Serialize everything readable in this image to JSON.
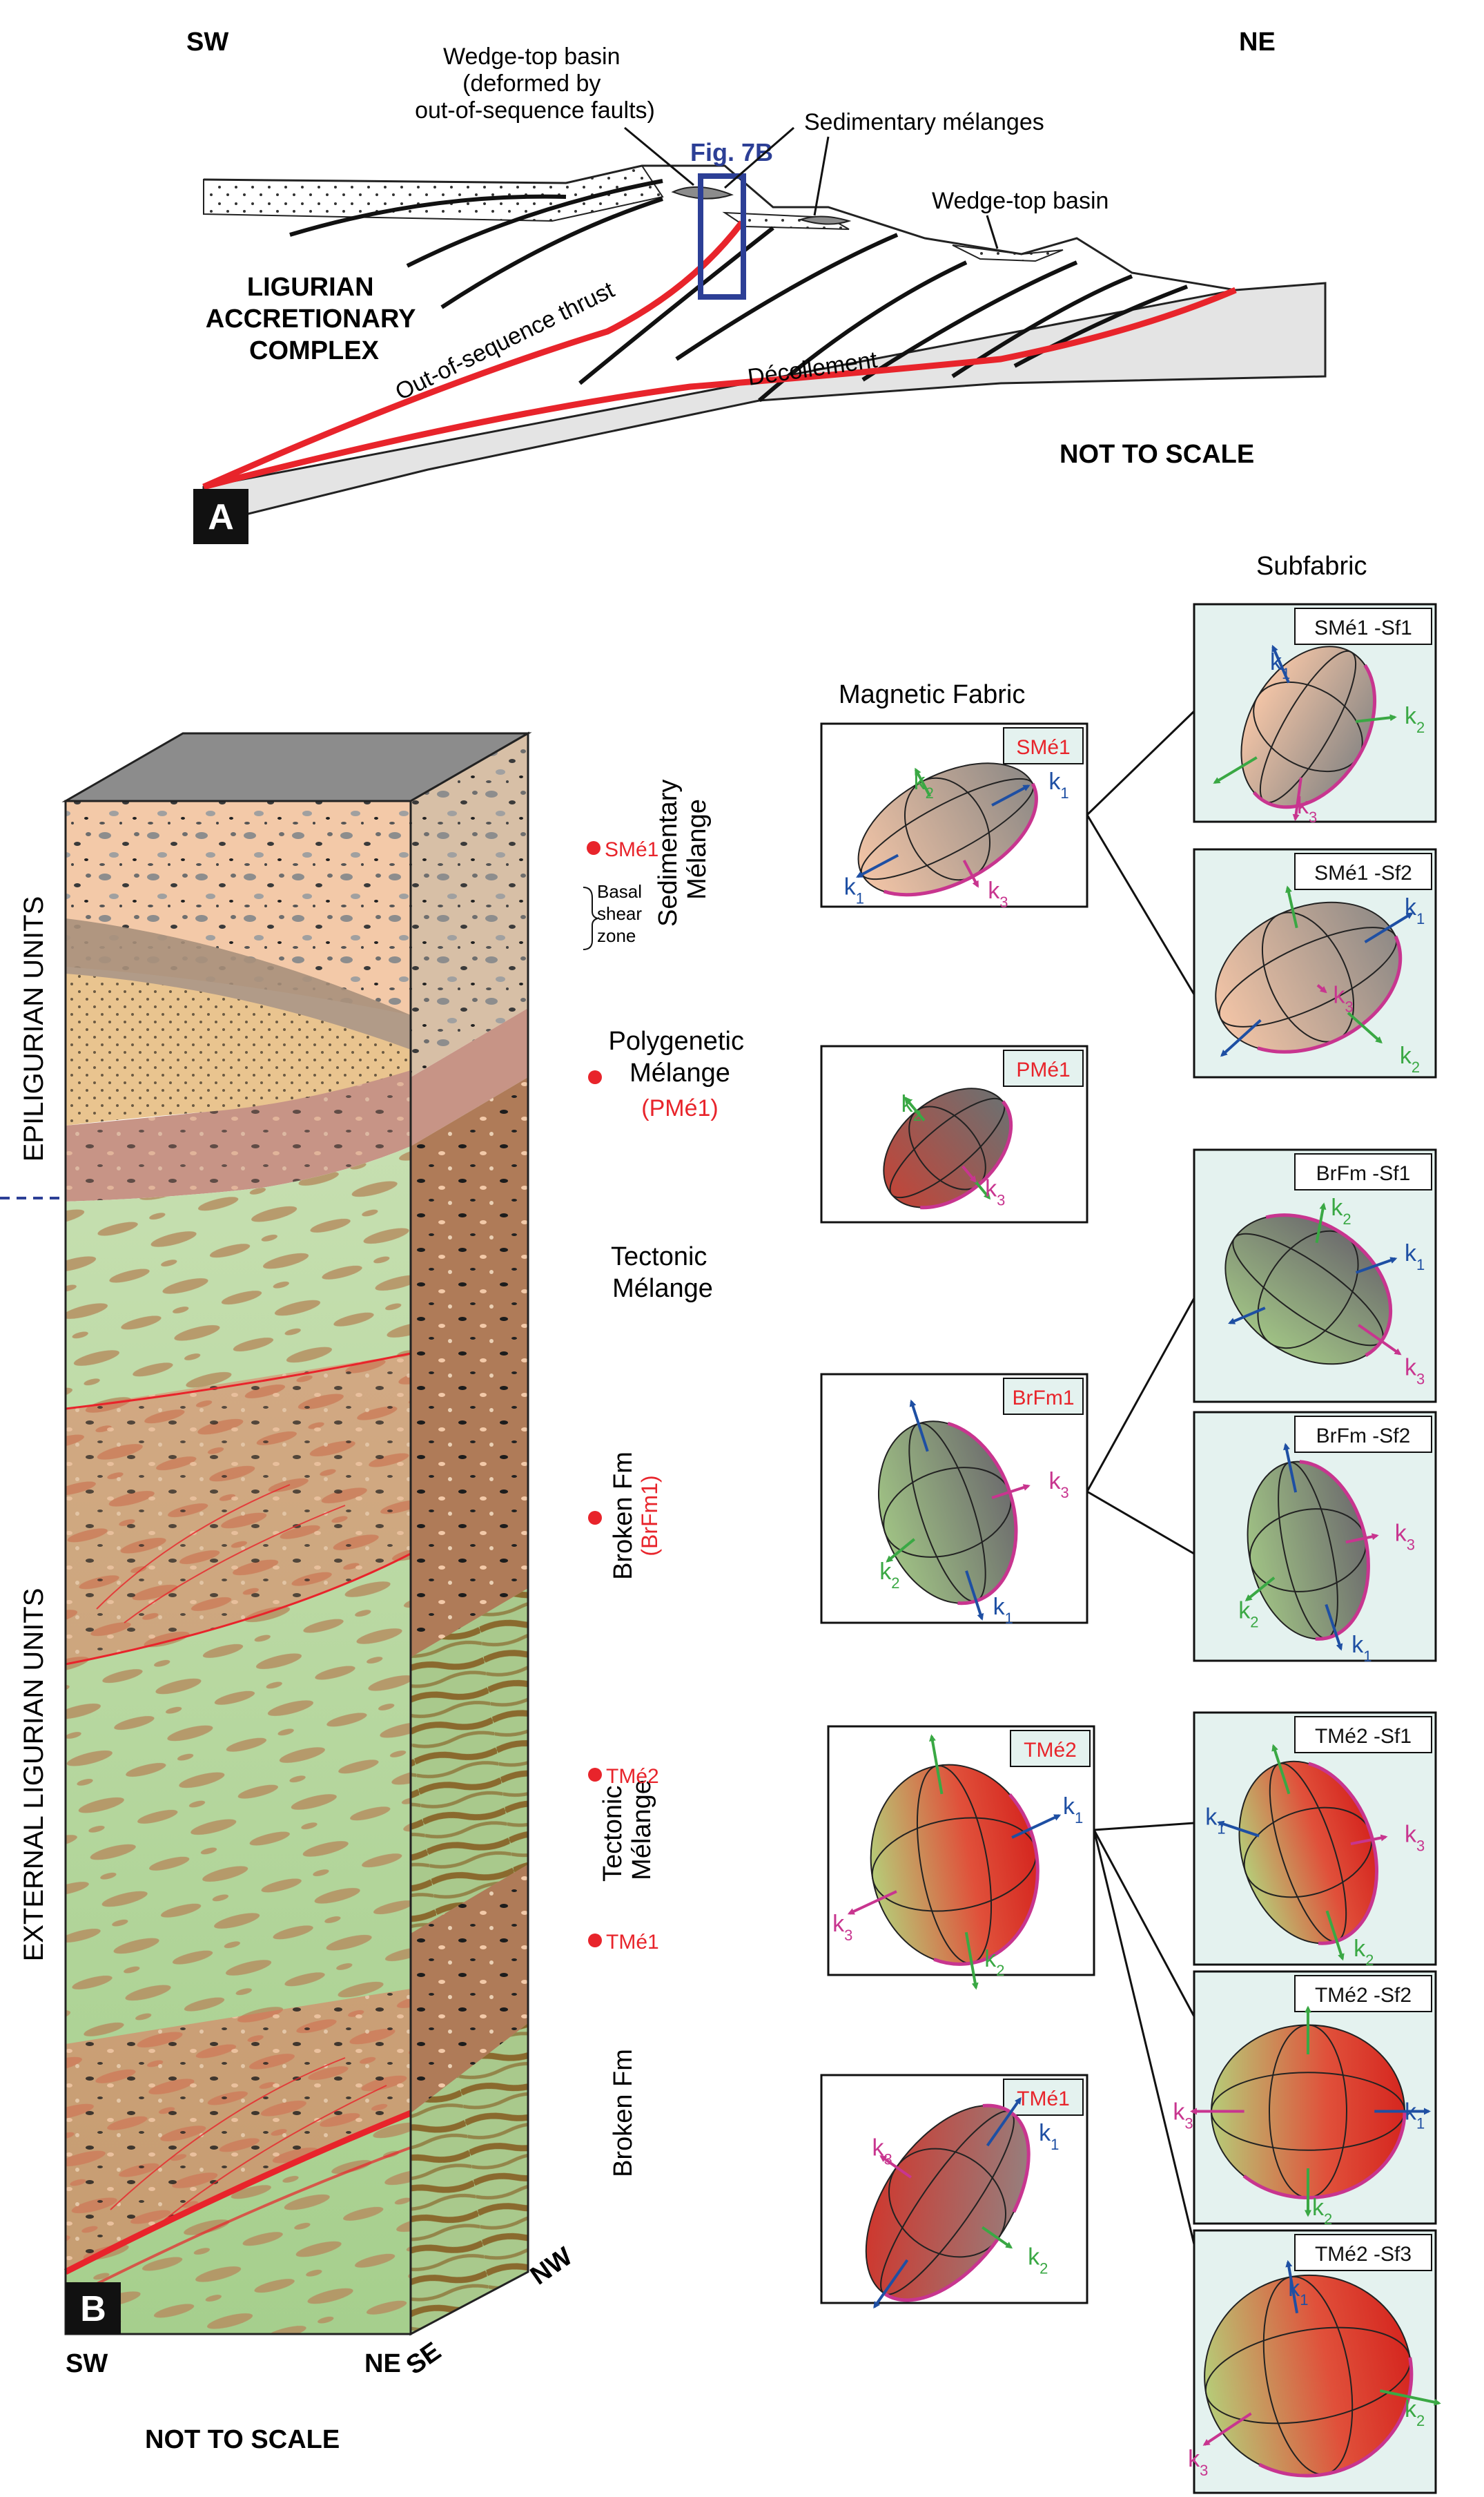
{
  "panel_a": {
    "letter": "A",
    "dir_left": "SW",
    "dir_right": "NE",
    "complex_label": [
      "LIGURIAN",
      "ACCRETIONARY",
      "COMPLEX"
    ],
    "wedge_top_1": [
      "Wedge-top basin",
      "(deformed by",
      "out-of-sequence faults)"
    ],
    "fig_ref": "Fig. 7B",
    "sed_melanges": "Sedimentary mélanges",
    "wedge_top_2": "Wedge-top basin",
    "oos_thrust": "Out-of-sequence thrust",
    "decollement": "Décollement",
    "not_to_scale": "NOT TO SCALE"
  },
  "panel_b": {
    "letter": "B",
    "epiligurian": "EPILIGURIAN UNITS",
    "external": "EXTERNAL LIGURIAN UNITS",
    "dir_sw": "SW",
    "dir_ne": "NE",
    "dir_se": "SE",
    "dir_nw": "NW",
    "not_to_scale": "NOT TO SCALE",
    "basal_shear": [
      "Basal",
      "shear",
      "zone"
    ],
    "units": {
      "sed_melange": [
        "Sedimentary",
        "Mélange"
      ],
      "polygenetic": [
        "Polygenetic",
        "Mélange"
      ],
      "pme1_paren": "(PMé1)",
      "tectonic_1": [
        "Tectonic",
        "Mélange"
      ],
      "broken_1": "Broken Fm",
      "brfm1_paren": "(BrFm1)",
      "tectonic_2": [
        "Tectonic",
        "Mélange"
      ],
      "broken_2": "Broken Fm"
    },
    "sample_markers": {
      "sme1": "SMé1",
      "tme2": "TMé2",
      "tme1": "TMé1"
    }
  },
  "fabric": {
    "magnetic_title": "Magnetic Fabric",
    "subfabric_title": "Subfabric",
    "axis_k": "k",
    "sub1": "1",
    "sub2": "2",
    "sub3": "3",
    "main_boxes": {
      "sme1": "SMé1",
      "pme1": "PMé1",
      "brfm1": "BrFm1",
      "tme2": "TMé2",
      "tme1": "TMé1"
    },
    "sub_boxes": {
      "sme1_sf1": "SMé1 -Sf1",
      "sme1_sf2": "SMé1 -Sf2",
      "brfm_sf1": "BrFm -Sf1",
      "brfm_sf2": "BrFm -Sf2",
      "tme2_sf1": "TMé2 -Sf1",
      "tme2_sf2": "TMé2 -Sf2",
      "tme2_sf3": "TMé2 -Sf3"
    }
  },
  "colors": {
    "red": "#e8242b",
    "blue": "#1e4fa3",
    "green": "#3aa844",
    "magenta": "#c8358f",
    "sub_bg": "#e4f2ef",
    "fig_box": "#2c3f96"
  }
}
